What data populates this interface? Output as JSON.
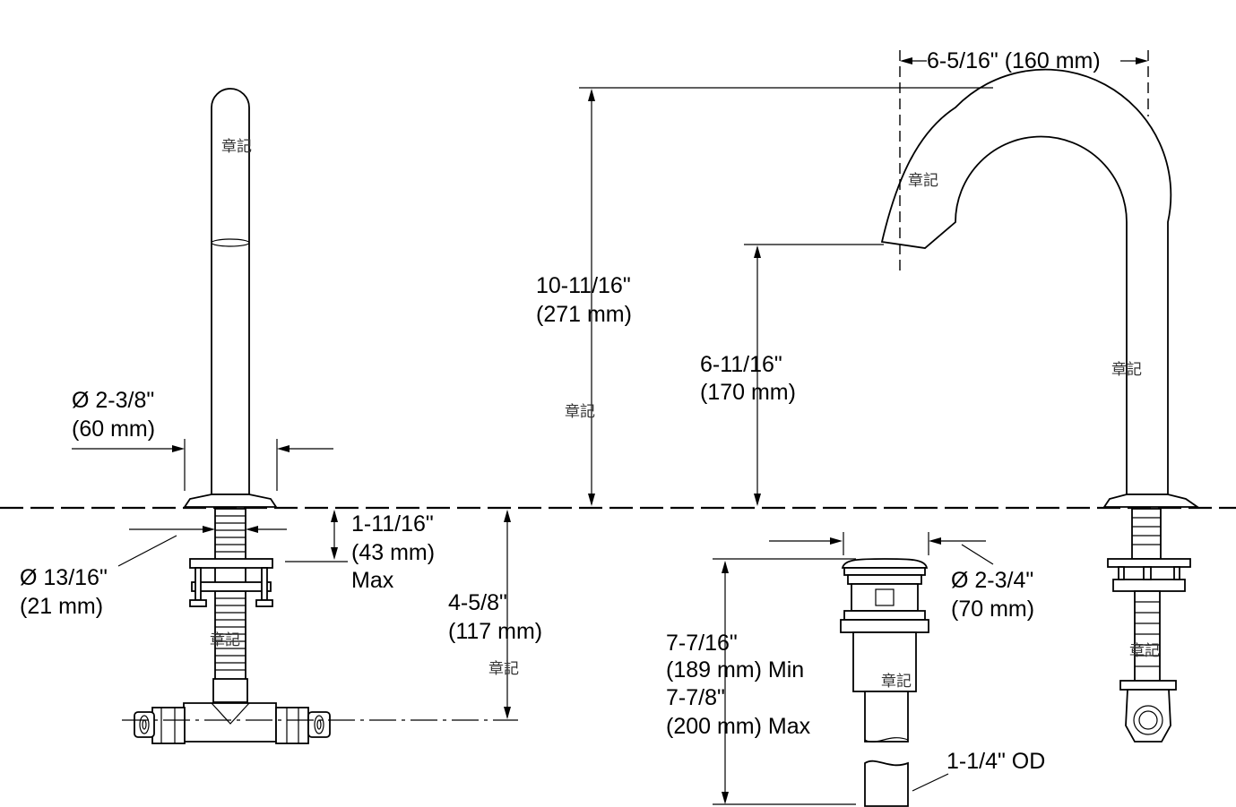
{
  "dimensions": {
    "spout_base_dia_in": "Ø 2-3/8\"",
    "spout_base_dia_mm": "(60 mm)",
    "shank_dia_in": "Ø 13/16\"",
    "shank_dia_mm": "(21 mm)",
    "deck_thickness_in": "1-11/16\"",
    "deck_thickness_mm": "(43 mm)",
    "deck_thickness_max": "Max",
    "below_deck_in": "4-5/8\"",
    "below_deck_mm": "(117 mm)",
    "spout_height_in": "10-11/16\"",
    "spout_height_mm": "(271 mm)",
    "spout_clearance_in": "6-11/16\"",
    "spout_clearance_mm": "(170 mm)",
    "spout_reach": "6-5/16\" (160 mm)",
    "drain_dia_in": "Ø 2-3/4\"",
    "drain_dia_mm": "(70 mm)",
    "drain_len_min_in": "7-7/16\"",
    "drain_len_min_mm": "(189 mm) Min",
    "drain_len_max_in": "7-7/8\"",
    "drain_len_max_mm": "(200 mm) Max",
    "tailpiece_od": "1-1/4\" OD"
  },
  "watermark": "章記"
}
